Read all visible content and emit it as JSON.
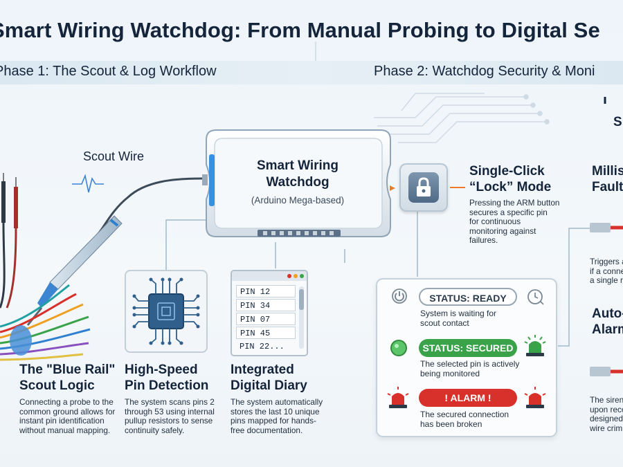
{
  "title": "Smart Wiring Watchdog: From Manual Probing to Digital Se",
  "phase1_label": "Phase 1: The Scout & Log Workflow",
  "phase2_label": "Phase 2: Watchdog Security & Moni",
  "scout_wire_label": "Scout Wire",
  "device": {
    "title_line1": "Smart Wiring",
    "title_line2": "Watchdog",
    "subtitle": "(Arduino Mega-based)"
  },
  "lock_mode": {
    "title_line1": "Single-Click",
    "title_line2": "“Lock” Mode",
    "desc": [
      "Pressing the ARM button",
      "secures a specific pin",
      "for continuous",
      "monitoring against",
      "failures."
    ]
  },
  "features": [
    {
      "title_line1": "The \"Blue Rail\"",
      "title_line2": "Scout Logic",
      "desc": [
        "Connecting a probe to the",
        "common ground allows for",
        "instant pin identification",
        "without manual mapping."
      ]
    },
    {
      "title_line1": "High-Speed",
      "title_line2": "Pin Detection",
      "desc": [
        "The system scans pins 2",
        "through 53 using internal",
        "pullup resistors to sense",
        "continuity safely."
      ]
    },
    {
      "title_line1": "Integrated",
      "title_line2": "Digital Diary",
      "desc": [
        "The system automatically",
        "stores the last 10 unique",
        "pins mapped for hands-",
        "free documentation."
      ]
    }
  ],
  "diary_pins": [
    "PIN 12",
    "PIN 34",
    "PIN 07",
    "PIN 45",
    "PIN 22..."
  ],
  "status": [
    {
      "label": "STATUS: READY",
      "desc": [
        "System is waiting for",
        "scout contact"
      ]
    },
    {
      "label": "STATUS: SECURED",
      "desc": [
        "The selected pin is actively",
        "being monitored"
      ]
    },
    {
      "label": "! ALARM !",
      "desc": [
        "The secured connection",
        "has been broken"
      ]
    }
  ],
  "right_partial": {
    "top": [
      "S"
    ],
    "heading1": [
      "Millis",
      "Fault"
    ],
    "text1": [
      "Triggers a",
      "if a conne",
      "a single r"
    ],
    "heading2": [
      "Auto-",
      "Alarm"
    ],
    "text2": [
      "The siren",
      "upon reco",
      "designed",
      "wire crim"
    ]
  },
  "colors": {
    "accent_blue": "#2f7fd0",
    "secured_green": "#3aa34a",
    "alarm_red": "#d8302a",
    "orange": "#f07a2a"
  }
}
